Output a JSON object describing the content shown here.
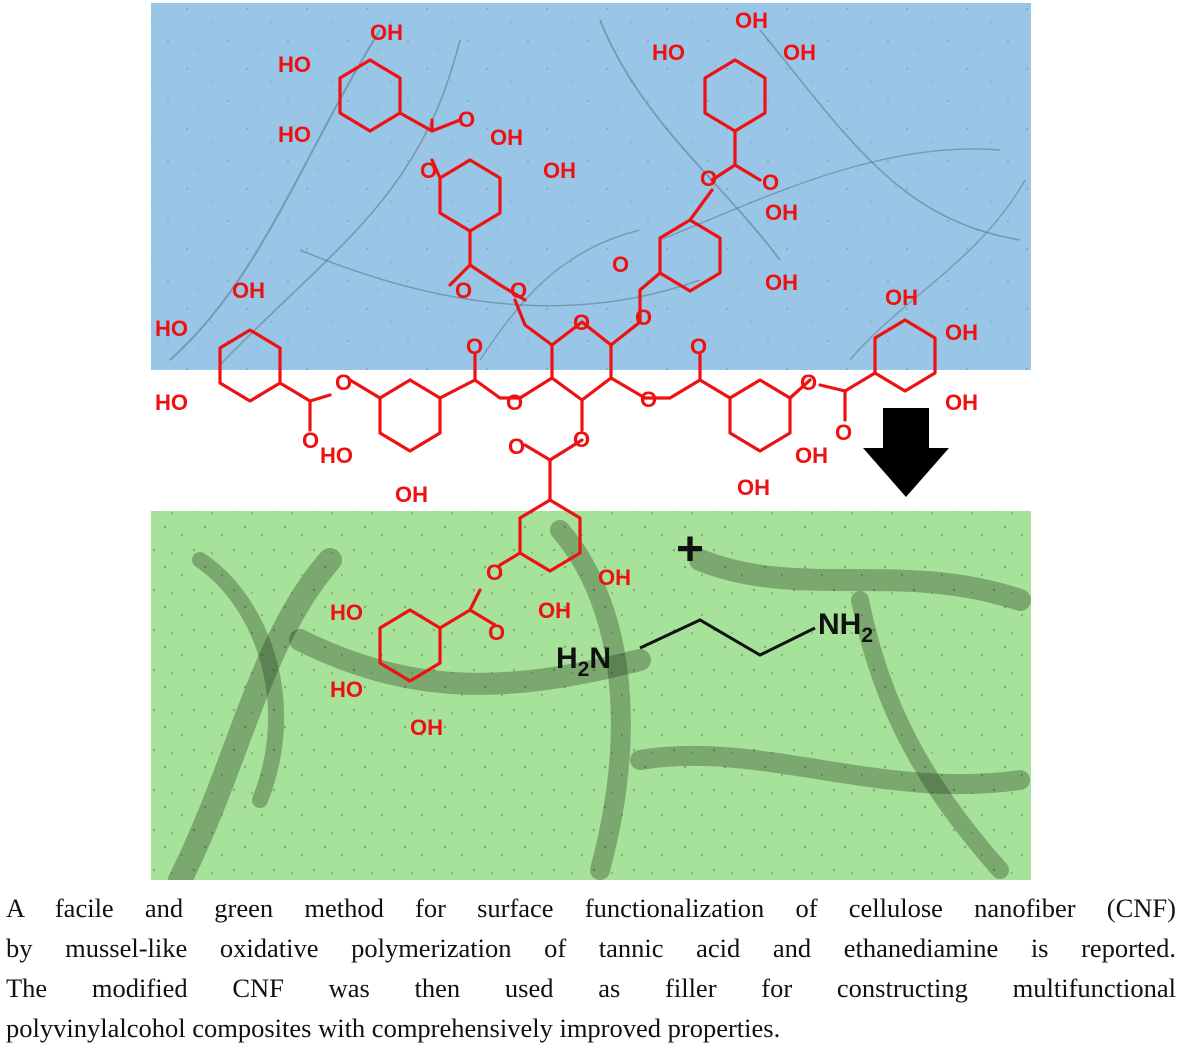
{
  "colors": {
    "top_panel": "#99c6e6",
    "bottom_panel": "#a6e29a",
    "molecule": "#ee1111",
    "reagent": "#111111"
  },
  "labels": {
    "hydroxyl": "OH",
    "hydroxyl_left": "HO",
    "oxygen": "O",
    "amine": "NH",
    "amine_left": "H",
    "amine_sub": "2",
    "amine_left_tail": "N",
    "plus": "+"
  },
  "caption": {
    "line1": "A facile and green method for surface functionalization of cellulose nanofiber (CNF)",
    "line2": "by mussel-like oxidative polymerization of tannic acid and ethanediamine is reported.",
    "line3": "The modified CNF was then used as filler for constructing multifunctional",
    "line4": "polyvinylalcohol composites with comprehensively improved properties."
  }
}
